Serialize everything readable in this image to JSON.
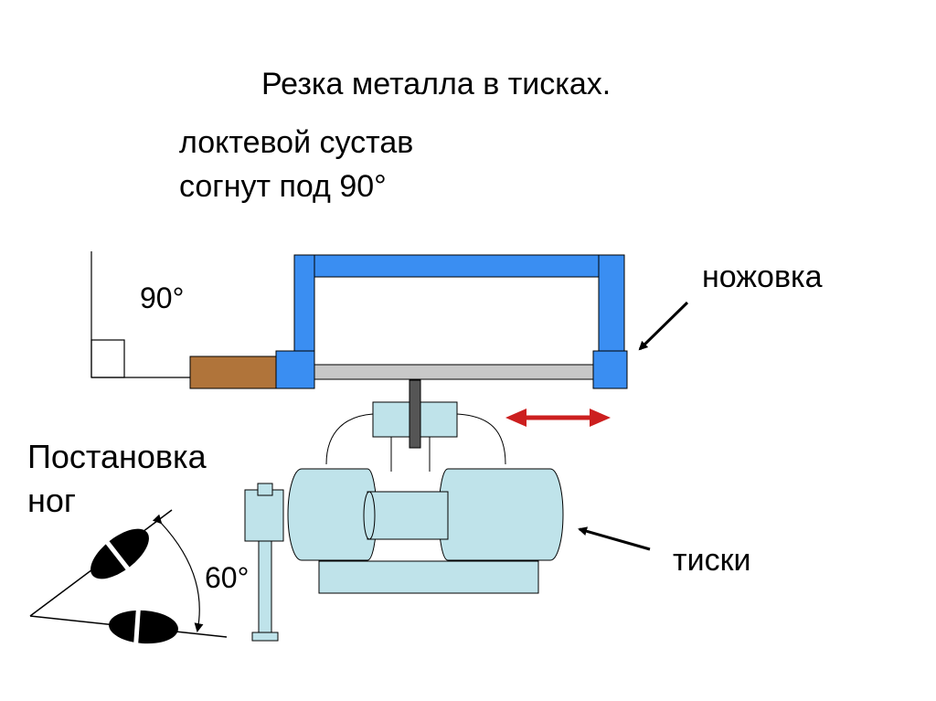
{
  "title": "Резка металла в тисках.",
  "elbow_note": {
    "line1": "локтевой сустав",
    "line2": "согнут под 90°"
  },
  "labels": {
    "angle_arm": "90°",
    "hacksaw": "ножовка",
    "feet_line1": "Постановка",
    "feet_line2": "ног",
    "angle_feet": "60°",
    "vise": "тиски"
  },
  "colors": {
    "saw_frame": "#3a8ef2",
    "handle": "#b0743a",
    "blade": "#c8c8c8",
    "vise_body": "#bfe3ea",
    "arrow_motion": "#cc1f1f",
    "foot": "#000000"
  },
  "icons": {
    "motion": "double-arrow-icon",
    "pointer": "arrow-icon"
  }
}
